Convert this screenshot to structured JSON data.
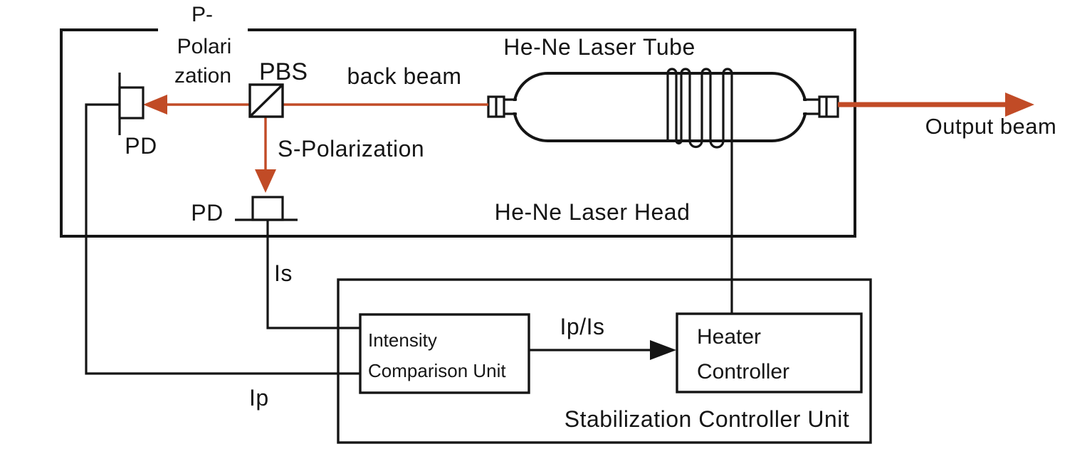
{
  "labels": {
    "p_polarization": [
      "P-",
      "Polari",
      "zation"
    ],
    "pbs": "PBS",
    "back_beam": "back beam",
    "he_ne_laser_tube": "He-Ne Laser Tube",
    "he_ne_laser_head": "He-Ne Laser Head",
    "s_polarization": "S-Polarization",
    "pd_left": "PD",
    "pd_bottom": "PD",
    "output_beam": "Output beam",
    "is_signal": "Is",
    "ip_signal": "Ip",
    "ip_is_signal": "Ip/Is",
    "intensity_unit": [
      "Intensity",
      "Comparison Unit"
    ],
    "heater_controller": [
      "Heater",
      "Controller"
    ],
    "stabilization_unit": "Stabilization Controller Unit"
  },
  "colors": {
    "beam": "#c14b26",
    "line": "#151515",
    "background": "#ffffff"
  }
}
